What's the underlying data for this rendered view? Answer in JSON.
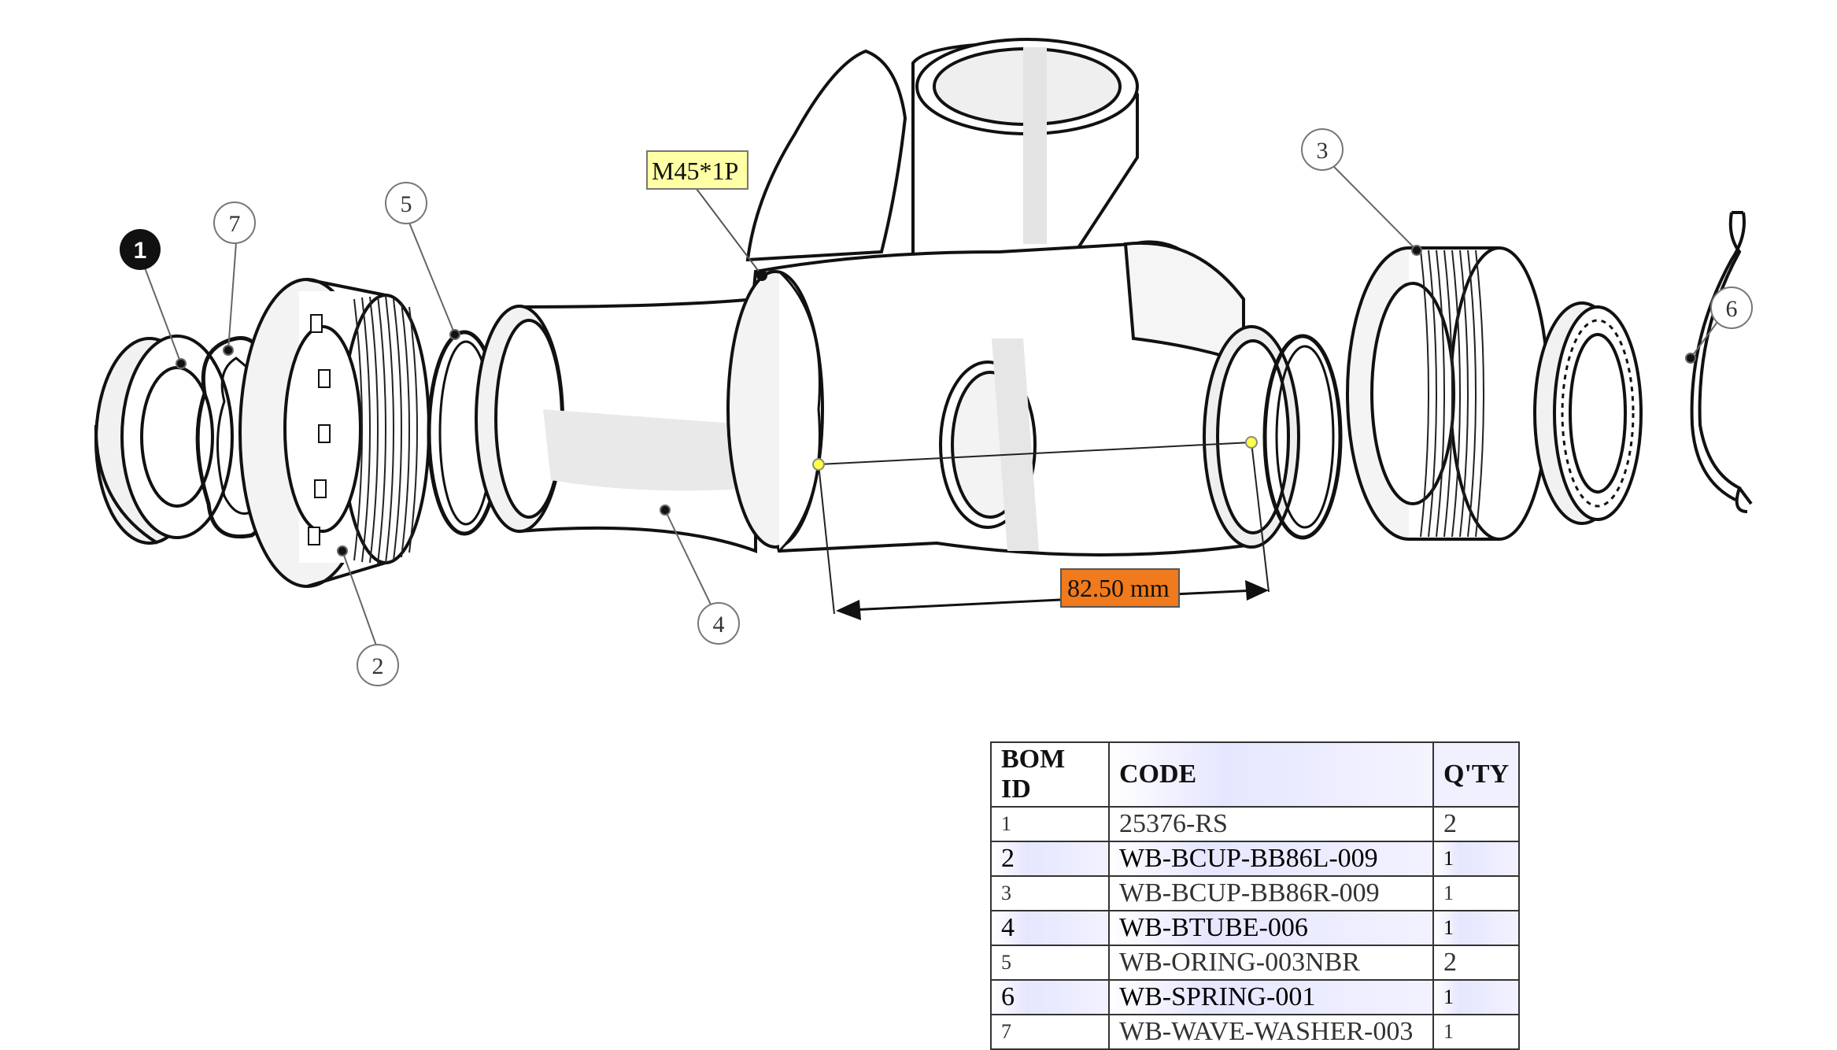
{
  "callouts": {
    "thread_spec": "M45*1P",
    "dimension": "82.50 mm"
  },
  "balloons": [
    "1",
    "2",
    "3",
    "4",
    "5",
    "6",
    "7"
  ],
  "bom": {
    "headers": [
      "BOM ID",
      "CODE",
      "Q'TY"
    ],
    "rows": [
      {
        "id": "1",
        "code": "25376-RS",
        "qty": "2"
      },
      {
        "id": "2",
        "code": "WB-BCUP-BB86L-009",
        "qty": "1"
      },
      {
        "id": "3",
        "code": "WB-BCUP-BB86R-009",
        "qty": "1"
      },
      {
        "id": "4",
        "code": "WB-BTUBE-006",
        "qty": "1"
      },
      {
        "id": "5",
        "code": "WB-ORING-003NBR",
        "qty": "2"
      },
      {
        "id": "6",
        "code": "WB-SPRING-001",
        "qty": "1"
      },
      {
        "id": "7",
        "code": "WB-WAVE-WASHER-003",
        "qty": "1"
      }
    ]
  },
  "colors": {
    "thread_label_bg": "#ffffa6",
    "dimension_label_bg": "#f07a1c",
    "highlight_row": "#e6e6ff",
    "balloon_dark": "#111111"
  }
}
